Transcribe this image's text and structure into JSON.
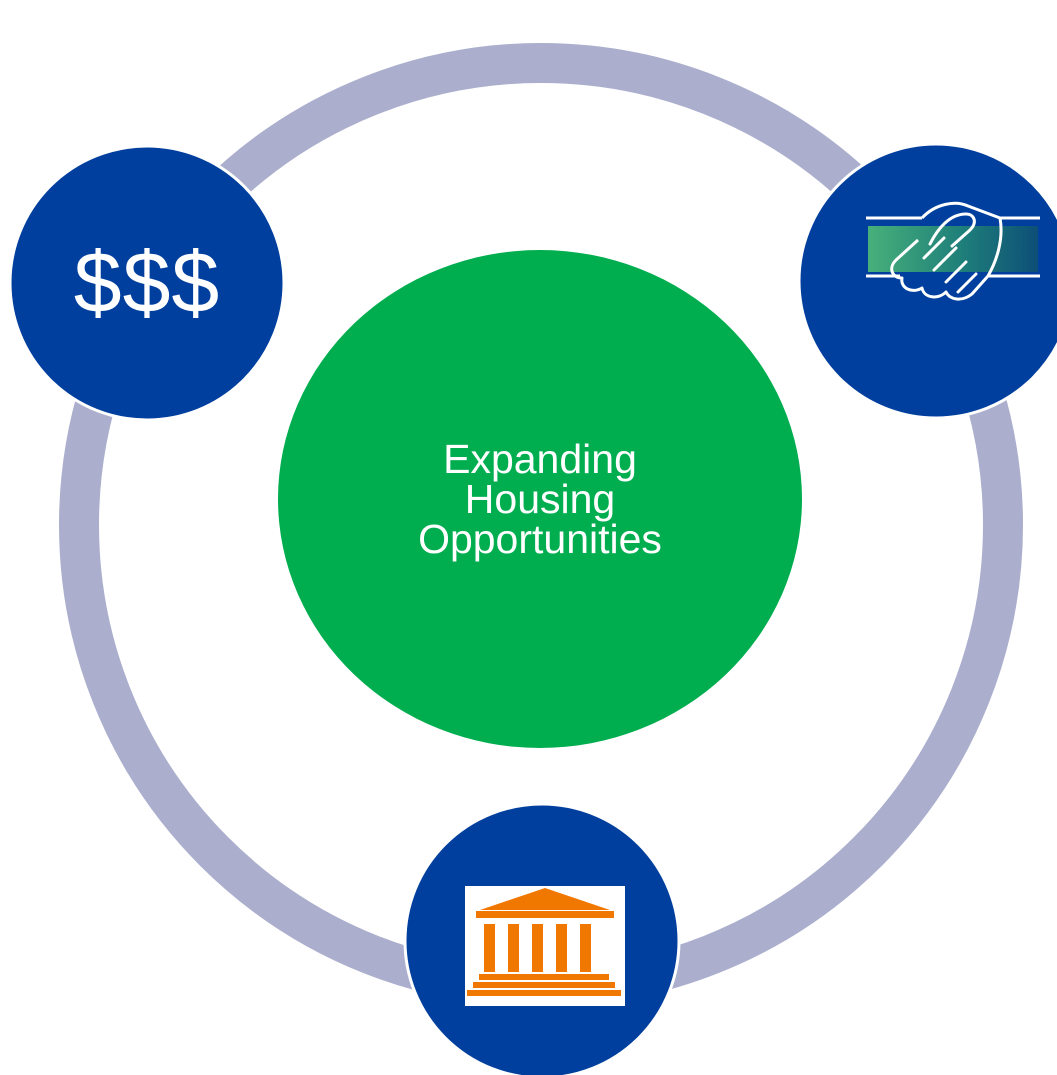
{
  "center": {
    "line1": "Expanding",
    "line2": "Housing",
    "line3": "Opportunities"
  },
  "nodes": {
    "money_label": "$$$",
    "money_icon": "dollar-signs",
    "partnership_icon": "handshake-icon",
    "government_icon": "government-building-icon"
  },
  "colors": {
    "ring": "#abafcd",
    "node": "#003f9e",
    "center": "#00ae4f",
    "building": "#f07800",
    "handshake_band_start": "#47b07a",
    "handshake_band_end": "#0d4f77"
  }
}
